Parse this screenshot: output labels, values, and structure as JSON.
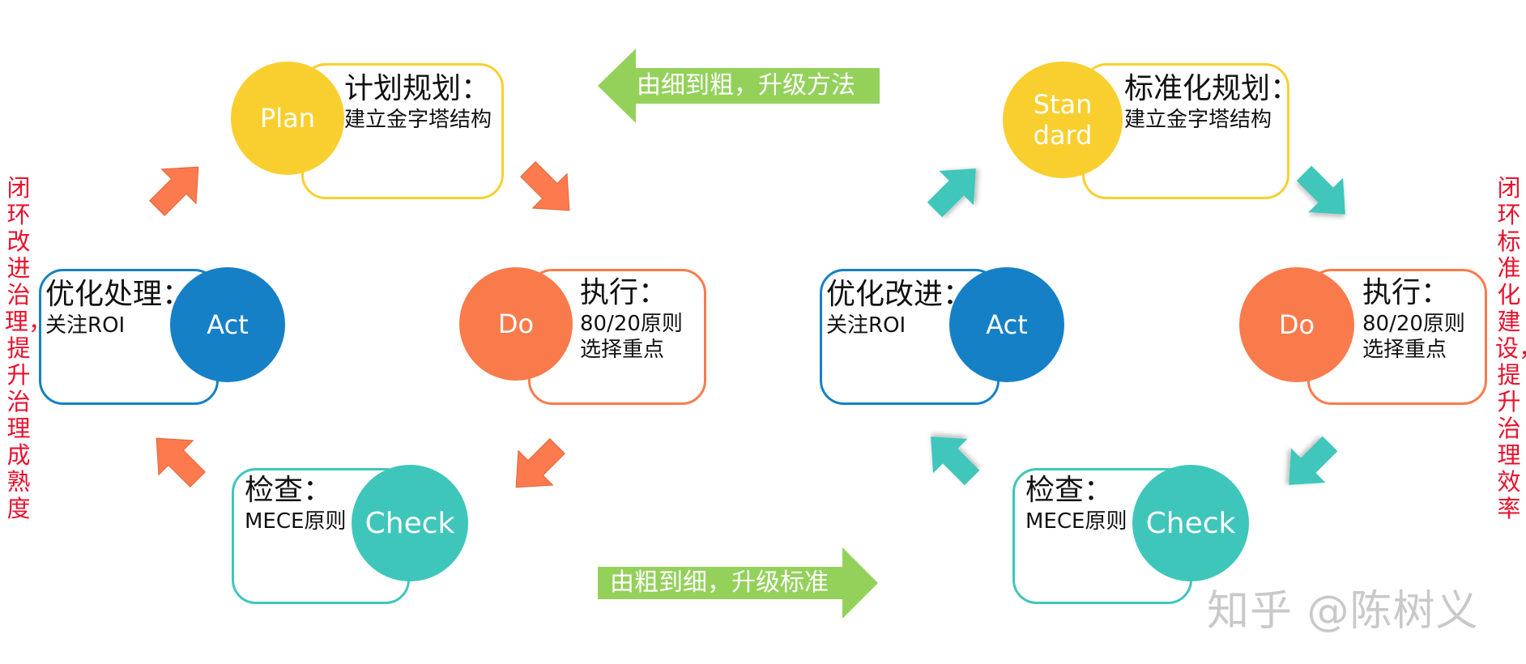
{
  "colors": {
    "plan": "#f9cf2f",
    "do": "#f97b4c",
    "check": "#3fc6bb",
    "act": "#1680c7",
    "arrow_left": "#fc7a4d",
    "arrow_right": "#3fc6bb",
    "banner": "#94d15b",
    "vertical_text": "#e8112d"
  },
  "left_cycle": {
    "plan": {
      "circle": "Plan",
      "title": "计划规划：",
      "detail": "建立金字塔结构"
    },
    "do": {
      "circle": "Do",
      "title": "执行：",
      "detail_1": "80/20原则",
      "detail_2": "选择重点"
    },
    "check": {
      "circle": "Check",
      "title": "检查：",
      "detail": "MECE原则"
    },
    "act": {
      "circle": "Act",
      "title": "优化处理：",
      "detail": "关注ROI"
    },
    "side_caption": "闭环改进治理，提升治理成熟度"
  },
  "right_cycle": {
    "standard": {
      "circle_line_1": "Stan",
      "circle_line_2": "dard",
      "title": "标准化规划：",
      "detail": "建立金字塔结构"
    },
    "do": {
      "circle": "Do",
      "title": "执行：",
      "detail_1": "80/20原则",
      "detail_2": "选择重点"
    },
    "check": {
      "circle": "Check",
      "title": "检查：",
      "detail": "MECE原则"
    },
    "act": {
      "circle": "Act",
      "title": "优化改进：",
      "detail": "关注ROI"
    },
    "side_caption": "闭环标准化建设，提升治理效率"
  },
  "banners": {
    "top": "由细到粗，升级方法",
    "bottom": "由粗到细，升级标准"
  },
  "watermark": "知乎 @陈树义"
}
